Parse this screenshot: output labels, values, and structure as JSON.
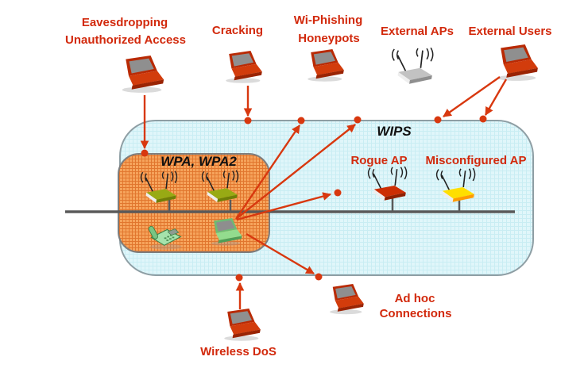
{
  "zones": {
    "wips": {
      "label": "WIPS"
    },
    "wpa": {
      "label": "WPA, WPA2"
    }
  },
  "labels": {
    "eavesdropping_line1": "Eavesdropping",
    "eavesdropping_line2": "Unauthorized Access",
    "cracking": "Cracking",
    "wi_phishing_line1": "Wi-Phishing",
    "wi_phishing_line2": "Honeypots",
    "external_aps": "External APs",
    "external_users": "External Users",
    "rogue_ap": "Rogue AP",
    "misconfigured_ap": "Misconfigured AP",
    "ad_hoc_line1": "Ad hoc",
    "ad_hoc_line2": "Connections",
    "wireless_dos": "Wireless DoS"
  },
  "icons": {
    "attacker_device": "red-laptop-icon",
    "internal_client": "green-laptop-icon",
    "internal_phone": "green-voip-phone-icon",
    "authorized_ap": "green-access-point-icon",
    "external_ap": "gray-access-point-icon",
    "rogue_ap": "red-access-point-icon",
    "misconfigured_ap": "yellow-access-point-icon"
  },
  "colors": {
    "threat_text": "#d2290c",
    "arrow": "#d8380f",
    "zone_text": "#111111",
    "wips_fill": "#e0f6fa",
    "wips_grid": "#c9edf3",
    "wips_border": "#8e9ea4",
    "wpa_fill": "#f6a45c",
    "wpa_grid": "#e1762e",
    "wpa_border": "#7d7d7d",
    "backbone": "#5a5a5a",
    "laptop_red": "#d23c0c",
    "device_green": "#93dc8e",
    "ap_green": "#98aa14",
    "ap_yellow": "#ffdf00",
    "ap_gray": "#c2c2c2",
    "ap_red": "#cc2e04"
  }
}
